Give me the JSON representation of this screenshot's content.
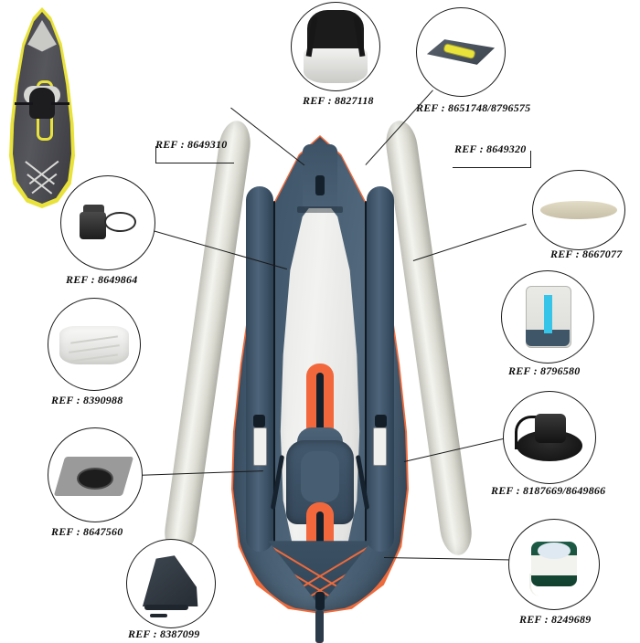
{
  "diagram": {
    "title": "Inflatable kayak spare parts reference diagram",
    "ref_prefix": "REF :",
    "colors": {
      "hull_navy": "#3E5366",
      "accent_orange": "#F2683C",
      "deck_grey": "#E6E6E4",
      "tube_cream": "#EDEDE6",
      "thumb_yellow": "#E8E23A",
      "line_black": "#1A1A1A"
    }
  },
  "thumbnail": {
    "name": "kayak-overview-thumbnail",
    "description": "Grey and yellow inflatable kayak top view"
  },
  "main_product": {
    "name": "inflatable-kayak-main-view",
    "description": "Navy blue inflatable kayak with orange trim, top view, side tubes detached"
  },
  "side_tubes": [
    {
      "name": "left-side-tube",
      "description": "Cream inflatable side tube, left"
    },
    {
      "name": "right-side-tube",
      "description": "Cream inflatable side tube, right"
    }
  ],
  "callouts": [
    {
      "id": "seat",
      "ref": "REF : 8827118",
      "part": "kayak-seat",
      "icon": "seat-icon"
    },
    {
      "id": "floor-panel",
      "ref": "REF : 8651748/8796575",
      "part": "inflatable-floor-panel",
      "icon": "floor-panel-icon"
    },
    {
      "id": "side-tube-left",
      "ref": "REF : 8649310",
      "part": "left-side-tube",
      "icon": "tube-icon"
    },
    {
      "id": "side-tube-right",
      "ref": "REF : 8649320",
      "part": "right-side-tube",
      "icon": "tube-icon"
    },
    {
      "id": "valve",
      "ref": "REF : 8649864",
      "part": "inflation-valve",
      "icon": "valve-icon"
    },
    {
      "id": "cushion",
      "ref": "REF : 8390988",
      "part": "seat-cushion",
      "icon": "cushion-icon"
    },
    {
      "id": "repair-patch",
      "ref": "REF : 8647560",
      "part": "repair-patch",
      "icon": "patch-icon"
    },
    {
      "id": "fin",
      "ref": "REF : 8387099",
      "part": "directional-fin",
      "icon": "fin-icon"
    },
    {
      "id": "keel-board",
      "ref": "REF : 8667077",
      "part": "keel-board",
      "icon": "board-icon"
    },
    {
      "id": "carry-bag",
      "ref": "REF : 8796580",
      "part": "carry-bag",
      "icon": "bag-icon"
    },
    {
      "id": "pump",
      "ref": "REF : 8187669/8649866",
      "part": "inflation-pump",
      "icon": "pump-icon"
    },
    {
      "id": "rope",
      "ref": "REF : 8249689",
      "part": "rope-spool",
      "icon": "rope-spool-icon"
    }
  ]
}
